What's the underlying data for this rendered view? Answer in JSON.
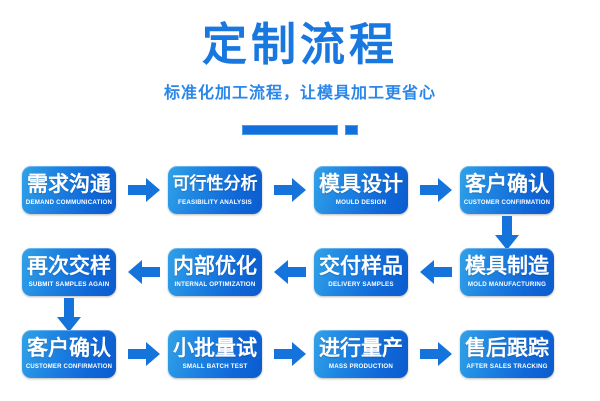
{
  "header": {
    "title": "定制流程",
    "subtitle": "标准化加工流程，让模具加工更省心",
    "accent_color": "#1878e0",
    "subtitle_color": "#2a86e8",
    "divider_color": "#1170db"
  },
  "flow": {
    "box_gradient_from": "#31a2e8",
    "box_gradient_to": "#0b5ccd",
    "arrow_color": "#1573dc",
    "rows": [
      {
        "direction": "right",
        "steps": [
          {
            "cn": "需求沟通",
            "en": "DEMAND COMMUNICATION"
          },
          {
            "cn": "可行性分析",
            "en": "FEASIBILITY ANALYSIS"
          },
          {
            "cn": "模具设计",
            "en": "MOULD DESIGN"
          },
          {
            "cn": "客户确认",
            "en": "CUSTOMER CONFIRMATION"
          }
        ]
      },
      {
        "direction": "left",
        "steps": [
          {
            "cn": "再次交样",
            "en": "SUBMIT SAMPLES AGAIN"
          },
          {
            "cn": "内部优化",
            "en": "INTERNAL OPTIMIZATION"
          },
          {
            "cn": "交付样品",
            "en": "DELIVERY SAMPLES"
          },
          {
            "cn": "模具制造",
            "en": "MOLD MANUFACTURING"
          }
        ]
      },
      {
        "direction": "right",
        "steps": [
          {
            "cn": "客户确认",
            "en": "CUSTOMER CONFIRMATION"
          },
          {
            "cn": "小批量试",
            "en": "SMALL BATCH TEST"
          },
          {
            "cn": "进行量产",
            "en": "MASS PRODUCTION"
          },
          {
            "cn": "售后跟踪",
            "en": "AFTER SALES TRACKING"
          }
        ]
      }
    ],
    "connectors": [
      {
        "from": "客户确认",
        "to": "模具制造",
        "direction": "down"
      },
      {
        "from": "再次交样",
        "to": "客户确认",
        "direction": "down"
      }
    ]
  }
}
